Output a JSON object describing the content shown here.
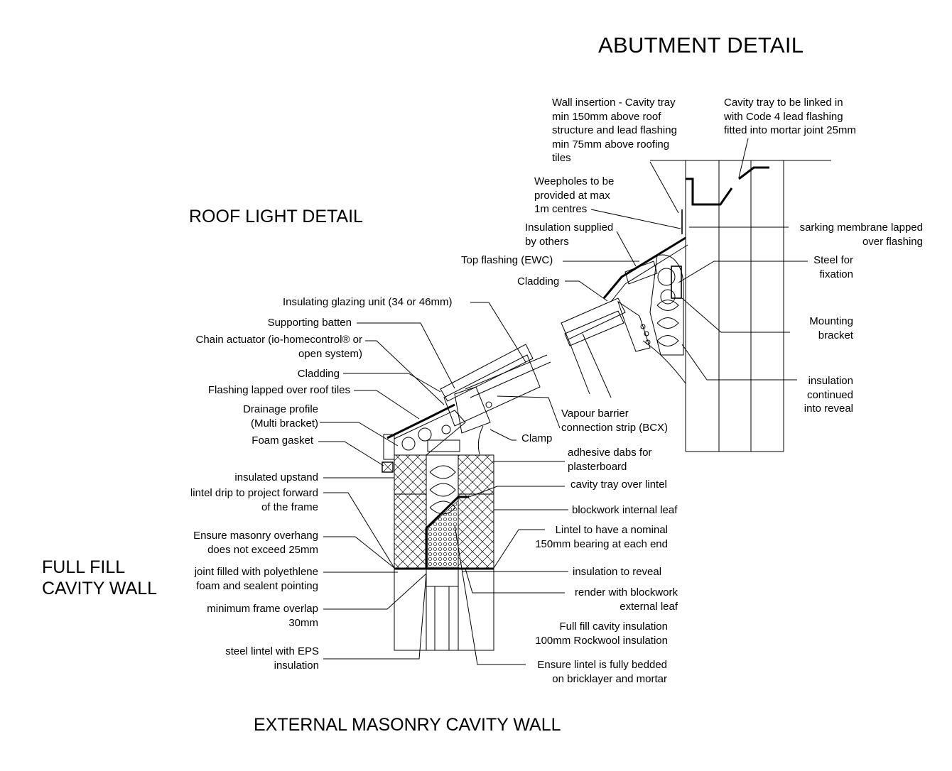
{
  "titles": {
    "abutment": "ABUTMENT DETAIL",
    "roof_light": "ROOF LIGHT DETAIL",
    "cavity_wall": "FULL FILL\nCAVITY WALL",
    "external_wall": "EXTERNAL MASONRY CAVITY WALL"
  },
  "labels_abutment": {
    "wall_insertion": "Wall insertion - Cavity tray\nmin 150mm above roof\nstructure and lead flashing\nmin 75mm above roofing\ntiles",
    "cavity_tray_link": "Cavity tray to be linked in\nwith Code 4 lead flashing\nfitted into mortar joint 25mm",
    "weepholes": "Weepholes to be\nprovided at max\n1m centres",
    "sarking": "sarking membrane lapped\nover flashing",
    "insulation_supplied": "Insulation supplied\nby others",
    "top_flashing": "Top flashing (EWC)",
    "steel_fixation": "Steel for\nfixation",
    "cladding": "Cladding",
    "mounting_bracket": "Mounting\nbracket",
    "insulation_continued": "insulation\ncontinued\ninto reveal"
  },
  "labels_roof_light": {
    "glazing_unit": "Insulating glazing unit (34 or 46mm)",
    "supporting_batten": "Supporting batten",
    "chain_actuator": "Chain actuator (io-homecontrol® or\nopen system)",
    "cladding": "Cladding",
    "flashing_lapped": "Flashing lapped over roof tiles",
    "drainage_profile": "Drainage profile\n(Multi bracket)",
    "vapour_barrier": "Vapour barrier\nconnection strip (BCX)",
    "foam_gasket": "Foam gasket",
    "clamp": "Clamp"
  },
  "labels_cavity_wall": {
    "adhesive_dabs": "adhesive dabs for\nplasterboard",
    "insulated_upstand": "insulated upstand",
    "cavity_tray_lintel": "cavity tray over lintel",
    "lintel_drip": "lintel drip to project forward\nof the frame",
    "blockwork_internal": "blockwork internal leaf",
    "lintel_bearing": "Lintel to have a nominal\n150mm bearing at each end",
    "masonry_overhang": "Ensure masonry overhang\ndoes not exceed 25mm",
    "insulation_reveal": "insulation to reveal",
    "joint_filled": "joint filled with polyethlene\nfoam and sealent pointing",
    "render_blockwork": "render with blockwork\nexternal leaf",
    "frame_overlap": "minimum frame overlap\n30mm",
    "full_fill": "Full fill cavity insulation\n100mm Rockwool insulation",
    "steel_lintel": "steel lintel with EPS\ninsulation",
    "lintel_bedded": "Ensure lintel is fully bedded\non bricklayer and mortar"
  }
}
